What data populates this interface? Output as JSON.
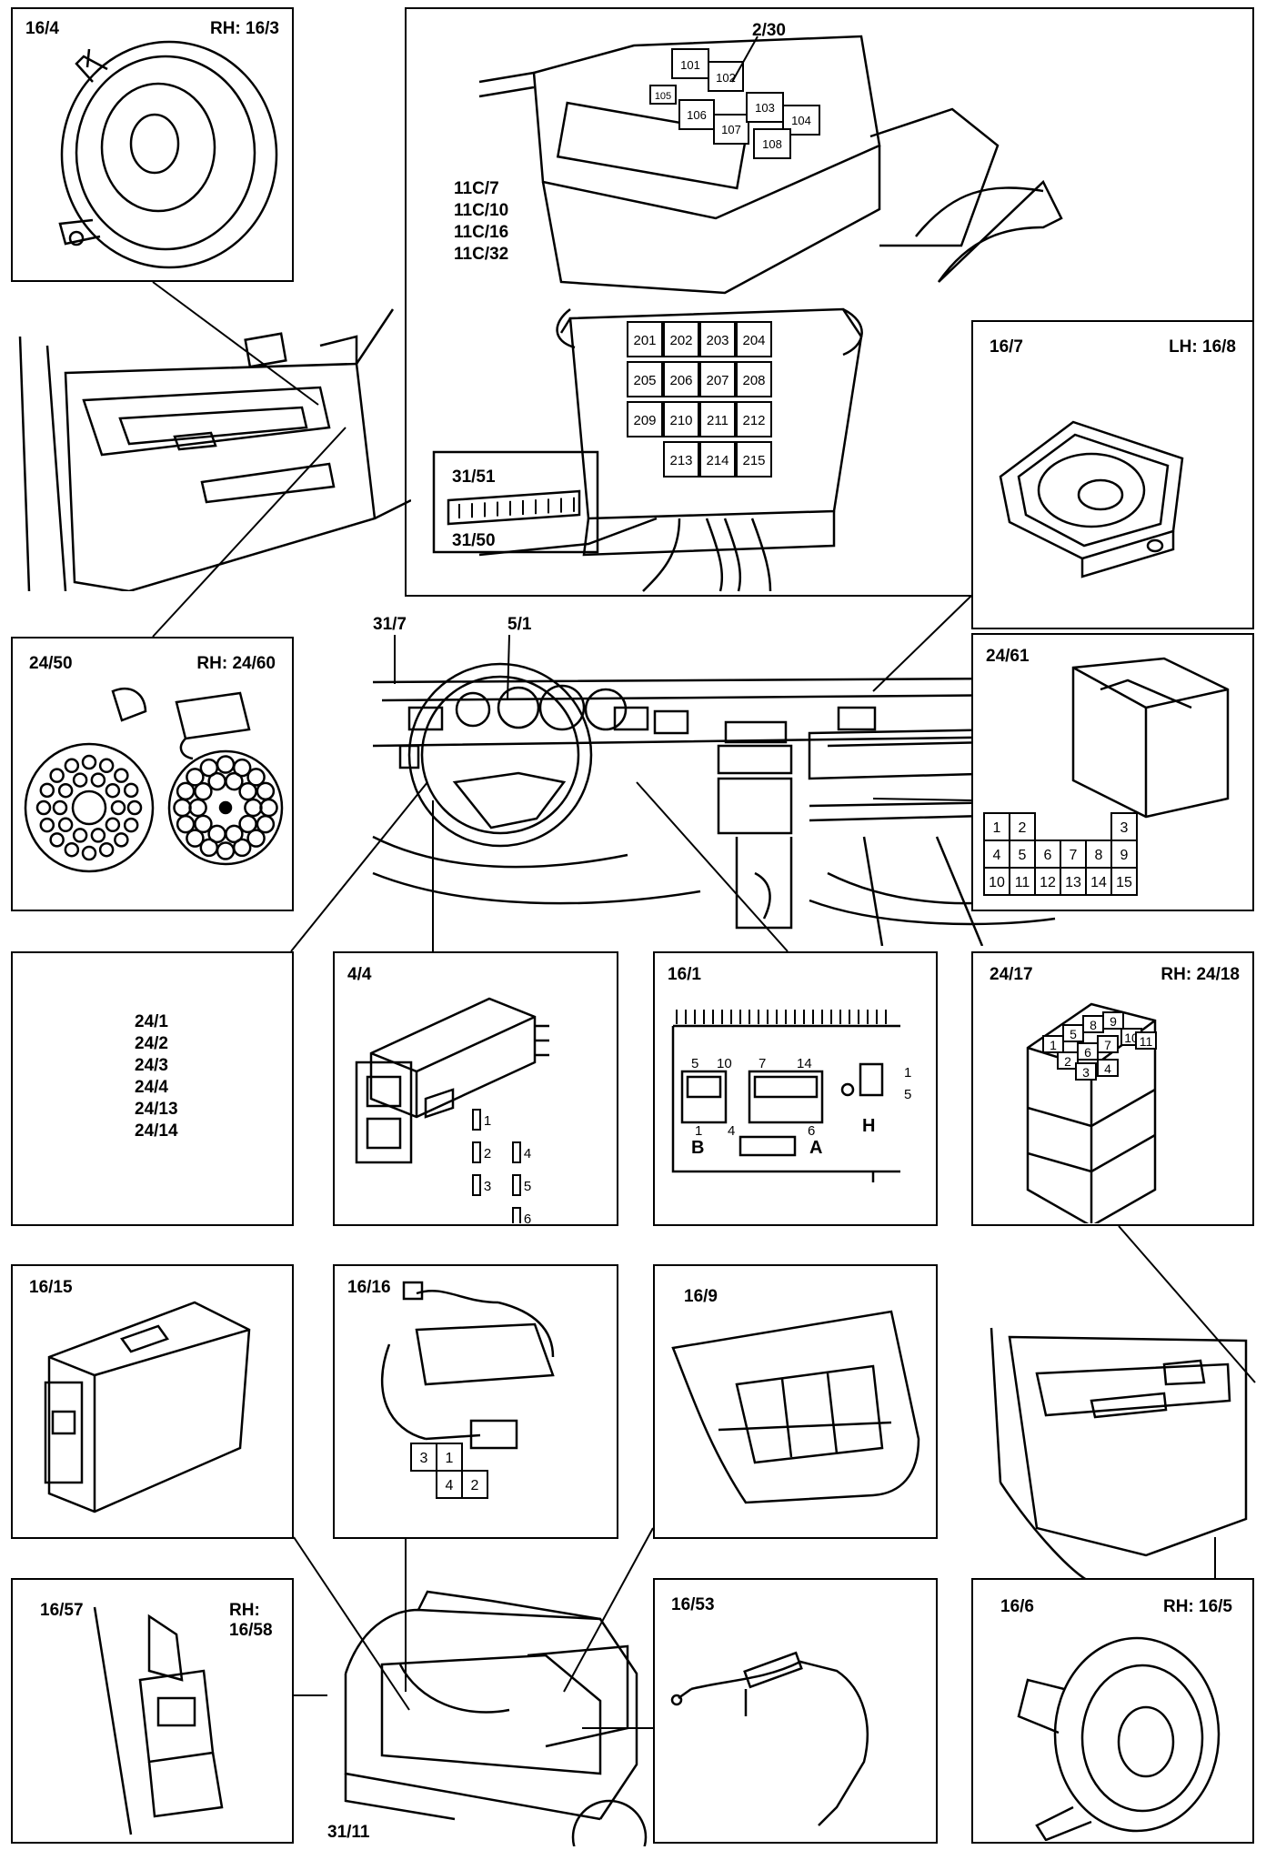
{
  "panels": {
    "p16_4": {
      "code": "16/4",
      "rh": "RH: 16/3"
    },
    "relay": {
      "top_label": "2/30",
      "codes": [
        "11C/7",
        "11C/10",
        "11C/16",
        "11C/32"
      ],
      "conn_top": "31/51",
      "conn_bottom": "31/50",
      "upper_fuses": [
        "101",
        "102",
        "105",
        "106",
        "107",
        "103",
        "104",
        "108"
      ],
      "lower_fuses": [
        "201",
        "202",
        "203",
        "204",
        "205",
        "206",
        "207",
        "208",
        "209",
        "210",
        "211",
        "212",
        "213",
        "214",
        "215"
      ]
    },
    "p16_7": {
      "code": "16/7",
      "lh": "LH: 16/8"
    },
    "p24_50": {
      "code": "24/50",
      "rh": "RH: 24/60"
    },
    "dash": {
      "left": "31/7",
      "center": "5/1"
    },
    "p24_61": {
      "code": "24/61",
      "pins": [
        "1",
        "2",
        "3",
        "4",
        "5",
        "6",
        "7",
        "8",
        "9",
        "10",
        "11",
        "12",
        "13",
        "14",
        "15"
      ]
    },
    "list24": {
      "codes": [
        "24/1",
        "24/2",
        "24/3",
        "24/4",
        "24/13",
        "24/14"
      ]
    },
    "p4_4": {
      "code": "4/4",
      "pins": [
        "1",
        "2",
        "4",
        "3",
        "5",
        "6"
      ]
    },
    "p16_1": {
      "code": "16/1",
      "pins_b": [
        "5",
        "10"
      ],
      "pins_a": [
        "7",
        "14"
      ],
      "pin_1": "1",
      "pin_4": "4",
      "pin_6": "6",
      "h_pins": [
        "1",
        "5"
      ],
      "conn_b": "B",
      "conn_a": "A",
      "conn_h": "H"
    },
    "p24_17": {
      "code": "24/17",
      "rh": "RH: 24/18",
      "pins": [
        "1",
        "5",
        "8",
        "9",
        "2",
        "6",
        "7",
        "10",
        "3",
        "4",
        "11"
      ]
    },
    "p16_15": {
      "code": "16/15"
    },
    "p16_16": {
      "code": "16/16",
      "pins": [
        "3",
        "1",
        "4",
        "2"
      ]
    },
    "p16_9": {
      "code": "16/9"
    },
    "p16_57": {
      "code": "16/57",
      "rh": "RH:",
      "rh_code": "16/58"
    },
    "p16_53": {
      "code": "16/53"
    },
    "p16_6": {
      "code": "16/6",
      "rh": "RH: 16/5"
    },
    "wagon": {
      "label": "31/11"
    }
  }
}
